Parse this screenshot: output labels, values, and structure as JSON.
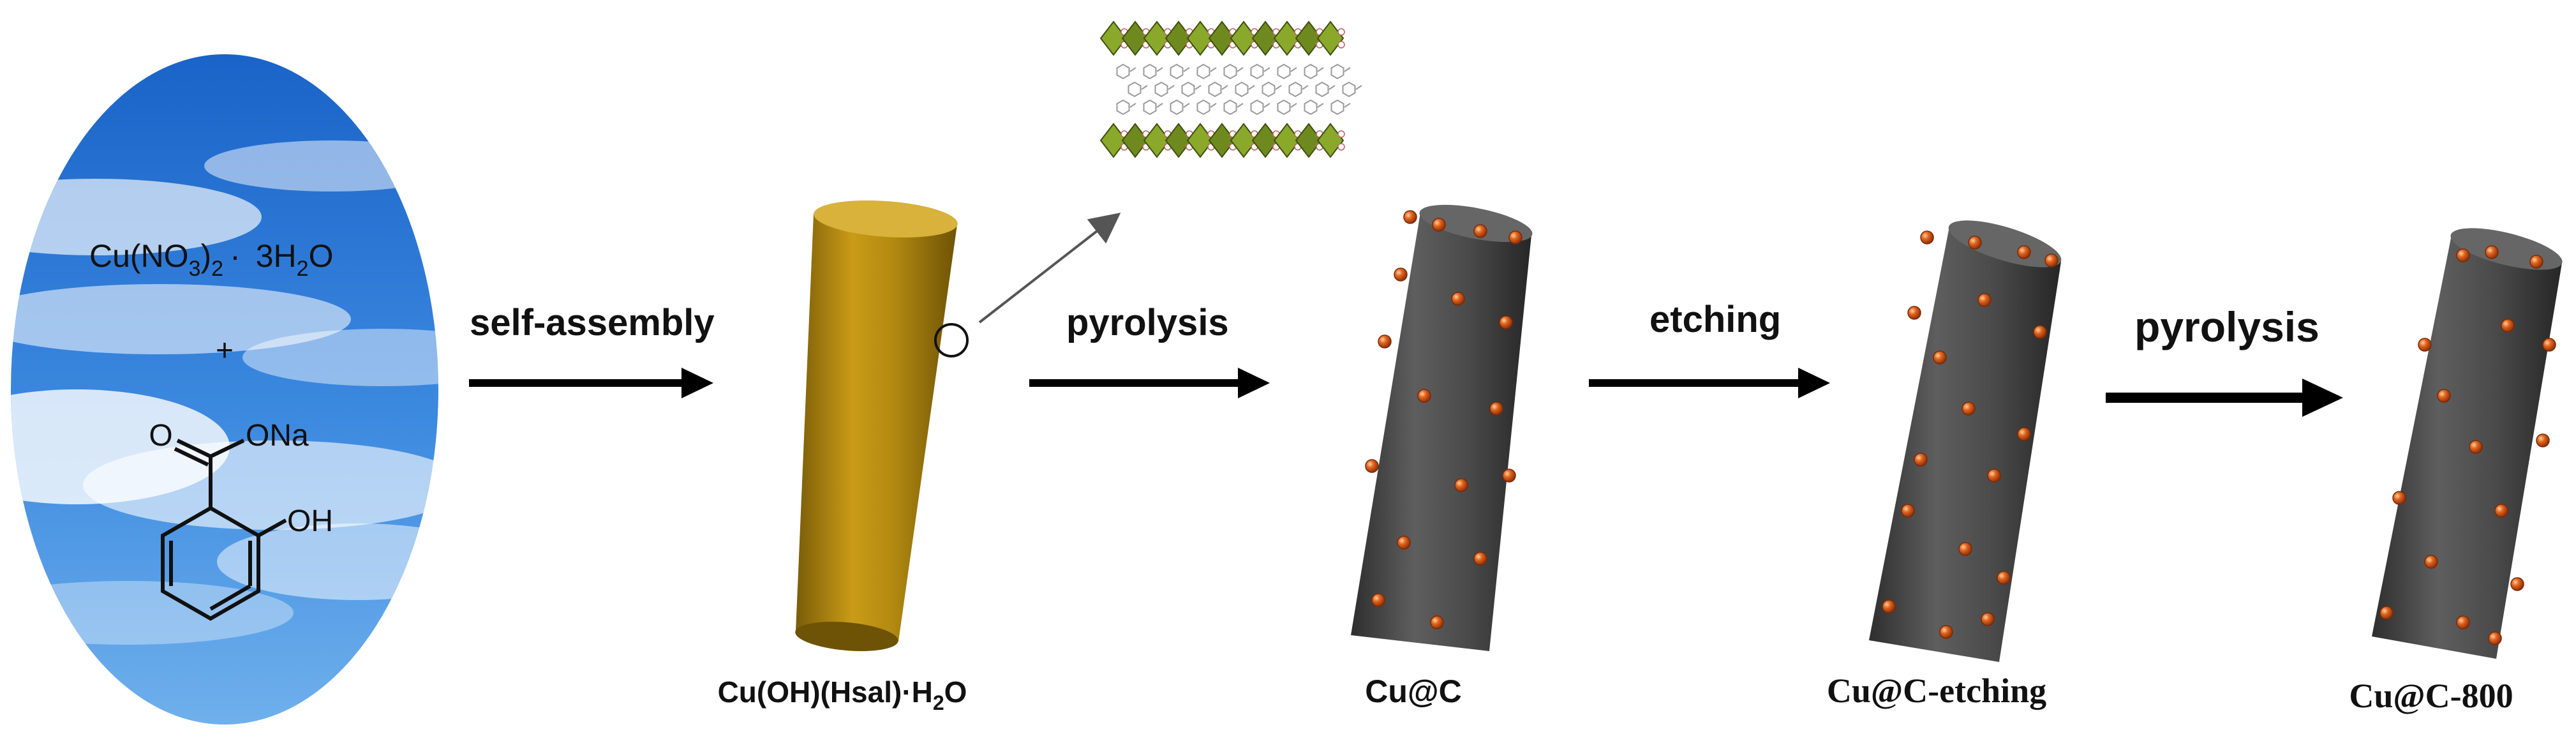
{
  "reactants": {
    "salt": {
      "base": "Cu(NO",
      "sub1": "3",
      "mid": ")",
      "sub2": "2",
      "dot": "·",
      "water_pre": "3H",
      "water_sub": "2",
      "water_post": "O"
    },
    "plus": "+",
    "ligand": {
      "carbonyl_o": "O",
      "ester_o": "ONa",
      "hydroxyl": "OH"
    }
  },
  "steps": [
    {
      "label": "self-assembly"
    },
    {
      "label": "pyrolysis"
    },
    {
      "label": "etching"
    },
    {
      "label": "pyrolysis"
    }
  ],
  "products": [
    {
      "pre": "Cu(OH)(Hsal)·H",
      "sub": "2",
      "post": "O"
    },
    {
      "label": "Cu@C"
    },
    {
      "label": "Cu@C-etching"
    },
    {
      "label": "Cu@C-800"
    }
  ],
  "colors": {
    "background": "#ffffff",
    "sky_top": "#1a63c8",
    "sky_bottom": "#6fb0ec",
    "cloud": "#ffffff",
    "precursor_rod": "#b38a10",
    "carbon_rod": "#4a4a4a",
    "cu_particle": "#e0651e",
    "octahedra": "#6e8a1e",
    "arrow": "#000000"
  },
  "icons": [
    "magnifier-circle-icon",
    "callout-arrow-icon",
    "layered-structure-icon"
  ]
}
